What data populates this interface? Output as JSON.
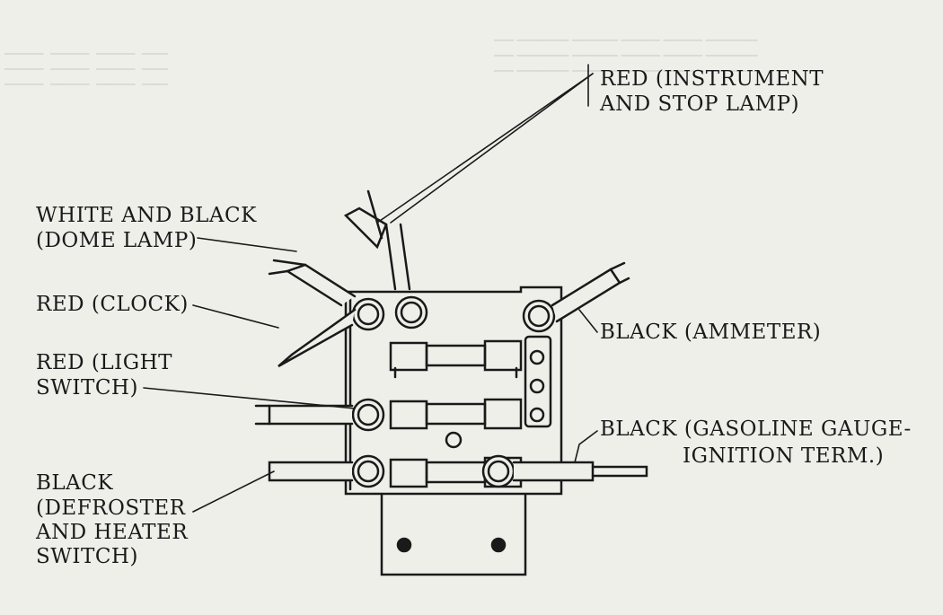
{
  "labels": {
    "instrument_line1": "RED (INSTRUMENT",
    "instrument_line2": "AND STOP LAMP)",
    "dome_line1": "WHITE AND BLACK",
    "dome_line2": "(DOME LAMP)",
    "clock": "RED (CLOCK)",
    "light_line1": "RED (LIGHT",
    "light_line2": "SWITCH)",
    "ammeter": "BLACK (AMMETER)",
    "gasoline_line1": "BLACK (GASOLINE GAUGE-",
    "gasoline_line2": "IGNITION TERM.)",
    "defroster_line1": "BLACK",
    "defroster_line2": "(DEFROSTER",
    "defroster_line3": "AND HEATER",
    "defroster_line4": "SWITCH)"
  },
  "colors": {
    "ink": "#1a1a1a",
    "paper": "#efefea",
    "bleed_through": "#c9c9c4"
  }
}
